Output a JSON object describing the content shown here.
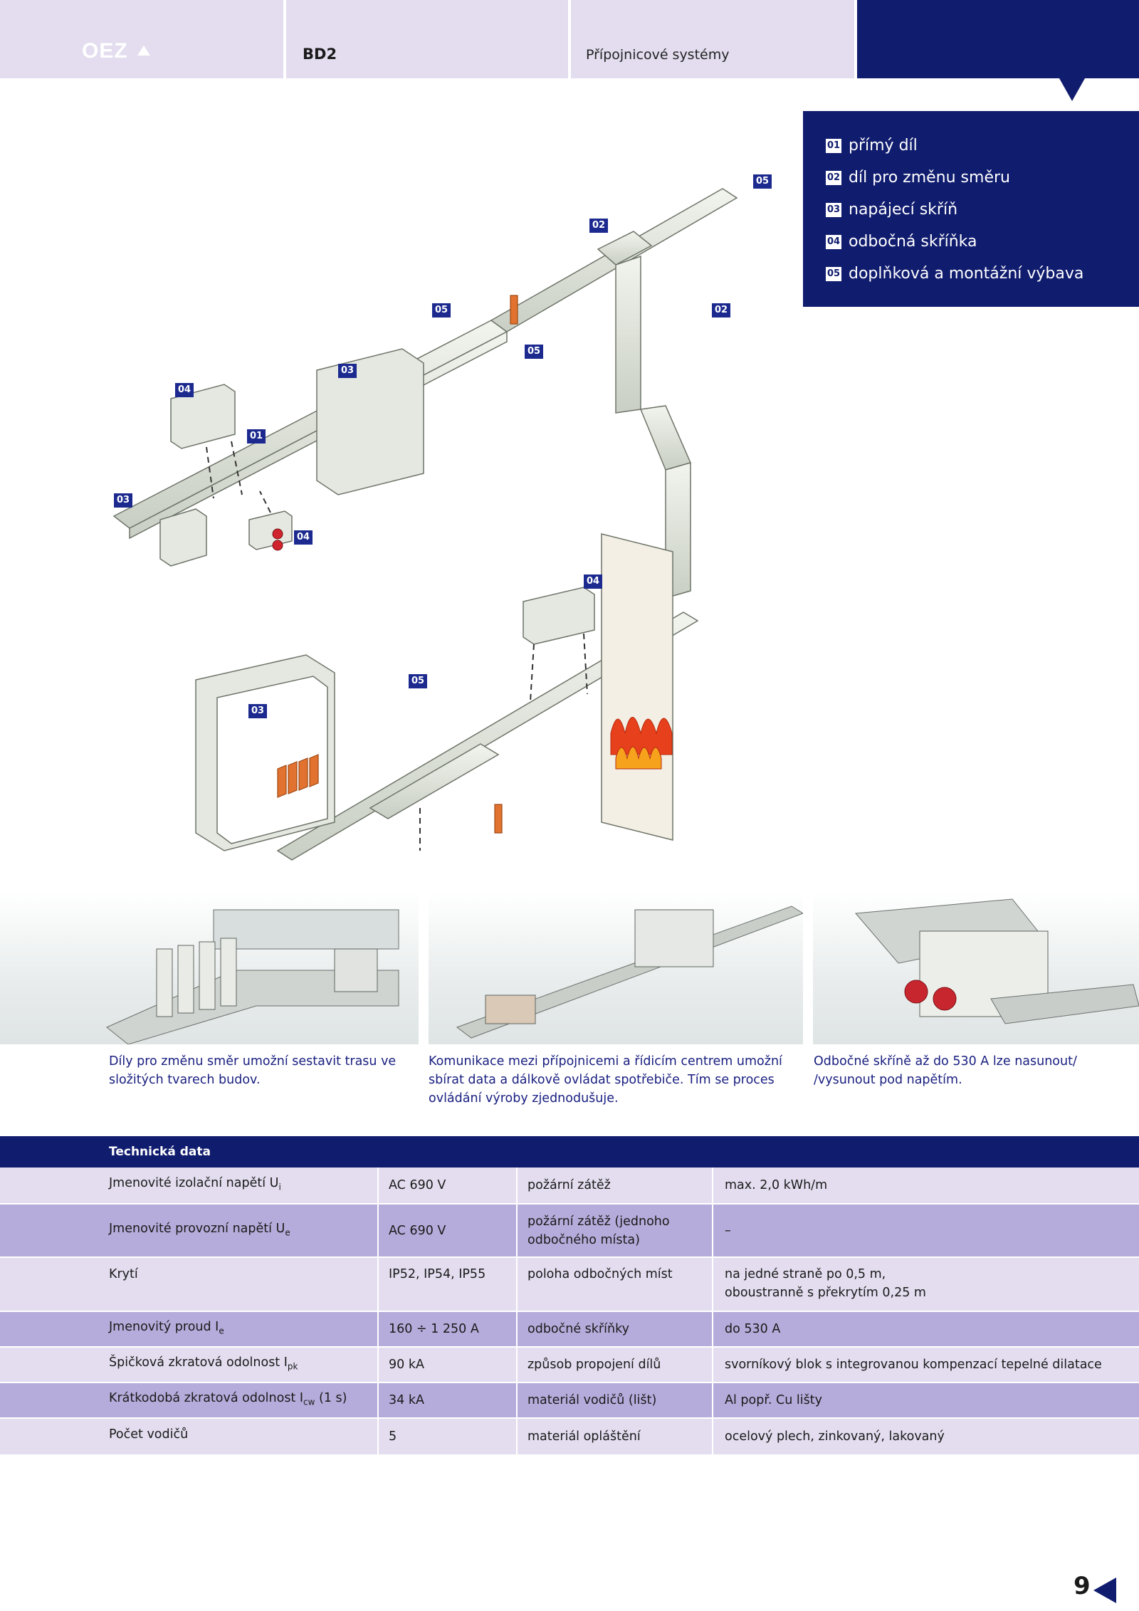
{
  "header": {
    "logo": "OEZ",
    "doc_code": "BD2",
    "doc_title": "Přípojnicové systémy"
  },
  "legend": [
    {
      "num": "01",
      "label": "přímý díl"
    },
    {
      "num": "02",
      "label": "díl pro změnu směru"
    },
    {
      "num": "03",
      "label": "napájecí skříň"
    },
    {
      "num": "04",
      "label": "odbočná skříňka"
    },
    {
      "num": "05",
      "label": "doplňková a montážní výbava"
    }
  ],
  "diagram": {
    "callouts": [
      "05",
      "02",
      "05",
      "02",
      "05",
      "03",
      "04",
      "01",
      "03",
      "04",
      "04",
      "05",
      "03"
    ]
  },
  "captions": [
    "Díly pro změnu směr umožní sestavit trasu ve složitých tvarech budov.",
    "Komunikace mezi přípojnicemi a řídicím centrem umožní sbírat data a dálkově ovládat spotřebiče. Tím se proces ovládání výroby zjednodušuje.",
    "Odbočné skříně až do 530 A lze nasunout/ /vysunout pod napětím."
  ],
  "table": {
    "title": "Technická data",
    "rows": [
      {
        "p1": "Jmenovité izolační napětí U",
        "p1_sub": "i",
        "p1_suffix": "",
        "v1": "AC 690 V",
        "p2": "požární zátěž",
        "v2": "max. 2,0 kWh/m"
      },
      {
        "p1": "Jmenovité provozní napětí U",
        "p1_sub": "e",
        "p1_suffix": "",
        "v1": "AC 690 V",
        "p2": "požární zátěž (jednoho odbočného místa)",
        "v2": "–"
      },
      {
        "p1": "Krytí",
        "p1_sub": "",
        "p1_suffix": "",
        "v1": "IP52, IP54, IP55",
        "p2": "poloha odbočných míst",
        "v2": "na jedné straně po 0,5 m, oboustranně s překrytím 0,25 m"
      },
      {
        "p1": "Jmenovitý proud I",
        "p1_sub": "e",
        "p1_suffix": "",
        "v1": "160 ÷ 1 250 A",
        "p2": "odbočné skříňky",
        "v2": "do 530 A"
      },
      {
        "p1": "Špičková zkratová odolnost I",
        "p1_sub": "pk",
        "p1_suffix": "",
        "v1": "90 kA",
        "p2": "způsob propojení dílů",
        "v2": "svorníkový blok s integrovanou kompenzací tepelné dilatace"
      },
      {
        "p1": "Krátkodobá zkratová odolnost I",
        "p1_sub": "cw",
        "p1_suffix": " (1 s)",
        "v1": "34 kA",
        "p2": "materiál vodičů (lišt)",
        "v2": "Al popř. Cu lišty"
      },
      {
        "p1": "Počet vodičů",
        "p1_sub": "",
        "p1_suffix": "",
        "v1": "5",
        "p2": "materiál opláštění",
        "v2": "ocelový plech, zinkovaný, lakovaný"
      }
    ]
  },
  "page_number": "9",
  "colors": {
    "navy": "#101c6e",
    "lavender": "#e3ddef",
    "purple": "#b6acdb",
    "callout": "#1c2a8f"
  }
}
